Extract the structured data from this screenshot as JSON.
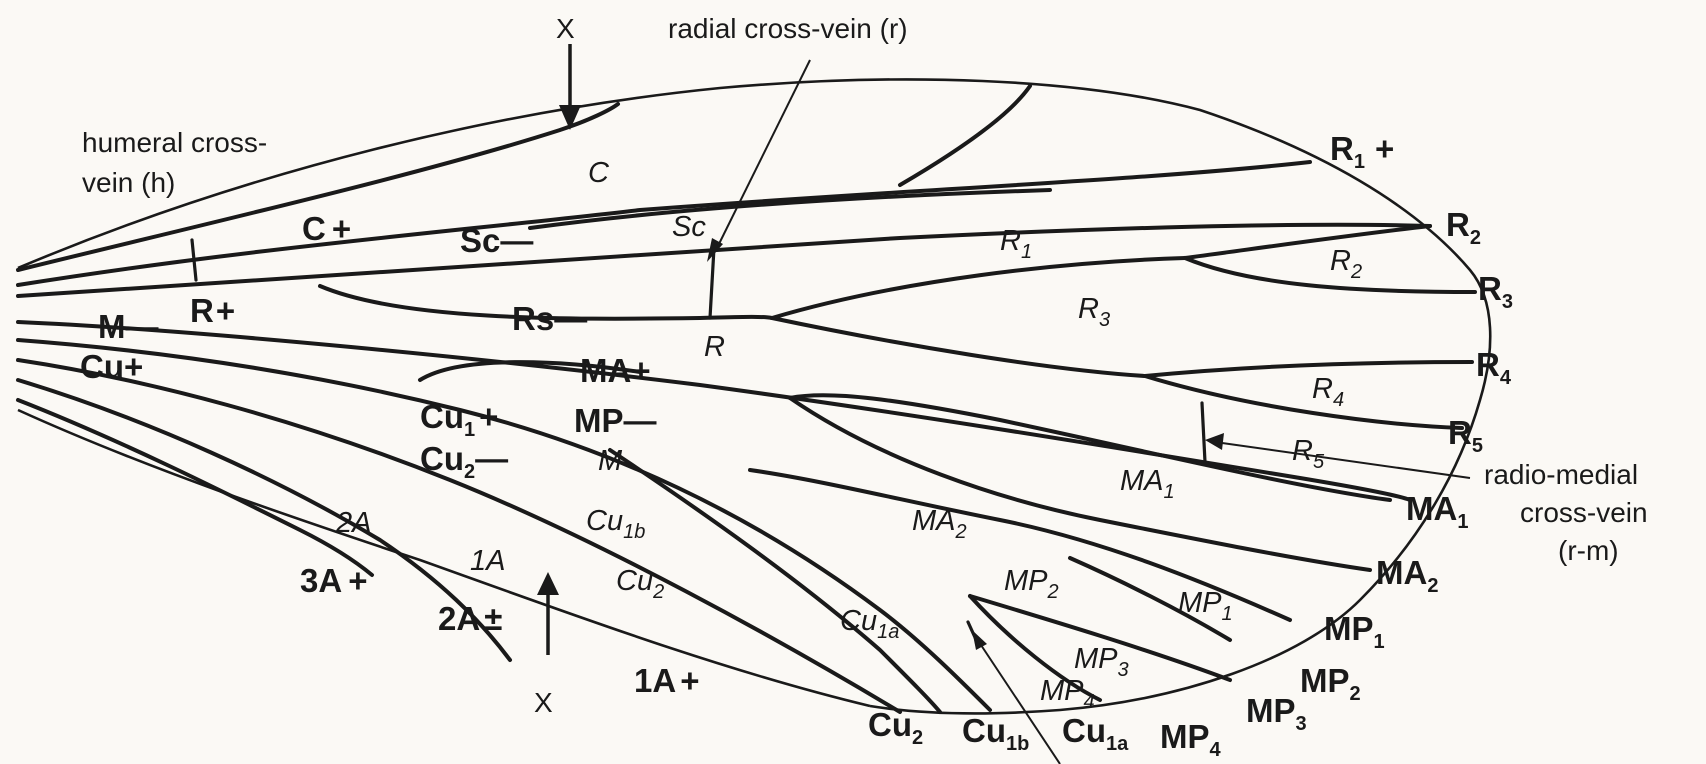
{
  "labels": {
    "x_top": "X",
    "x_bottom": "X",
    "radial_cross_vein": "radial cross-vein (r)",
    "humeral_line1": "humeral cross-",
    "humeral_line2": "vein (h)",
    "radio_medial_line1": "radio-medial",
    "radio_medial_line2": "cross-vein",
    "radio_medial_line3": "(r-m)"
  },
  "vein_codes": {
    "C": "C",
    "Sc": "Sc",
    "R": "R",
    "Rs": "Rs",
    "M": "M",
    "Cu": "Cu",
    "MA": "MA",
    "MP": "MP",
    "A": "A"
  },
  "signs": {
    "plus": "+",
    "minus": "—",
    "plusminus": "±"
  },
  "subscripts": {
    "1": "1",
    "2": "2",
    "3": "3",
    "4": "4",
    "5": "5",
    "1a": "1a",
    "1b": "1b"
  },
  "numbered": {
    "3A": "3A",
    "2A": "2A",
    "1A": "1A"
  }
}
